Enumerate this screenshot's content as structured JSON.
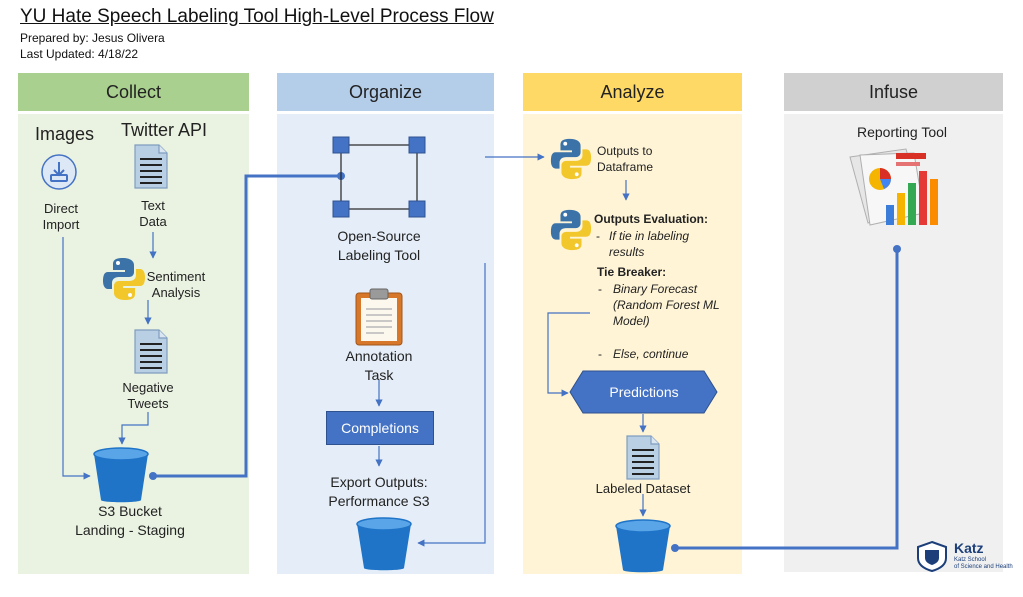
{
  "header": {
    "title": "YU Hate Speech Labeling Tool High-Level Process Flow",
    "prepared_by": "Prepared by: Jesus Olivera",
    "last_updated": "Last Updated: 4/18/22"
  },
  "columns": {
    "collect": "Collect",
    "organize": "Organize",
    "analyze": "Analyze",
    "infuse": "Infuse"
  },
  "collect": {
    "images": "Images",
    "twitter_api": "Twitter API",
    "direct_import": [
      "Direct",
      "Import"
    ],
    "text_data": [
      "Text",
      "Data"
    ],
    "sentiment": [
      "Sentiment",
      "Analysis"
    ],
    "negative_tweets": [
      "Negative",
      "Tweets"
    ],
    "s3_bucket": [
      "S3 Bucket",
      "Landing - Staging"
    ]
  },
  "organize": {
    "labeling_tool": [
      "Open-Source",
      "Labeling Tool"
    ],
    "annotation": [
      "Annotation",
      "Task"
    ],
    "completions": "Completions",
    "export": [
      "Export Outputs:",
      "Performance S3"
    ]
  },
  "analyze": {
    "outputs_df": [
      "Outputs to",
      "Dataframe"
    ],
    "evaluation_title": "Outputs Evaluation:",
    "evaluation_dash": "-",
    "evaluation_item": [
      "If tie in labeling",
      "results"
    ],
    "tie_breaker": "Tie Breaker:",
    "tb_dash": "-",
    "tb_item": [
      "Binary Forecast",
      "(Random Forest ML",
      "Model)"
    ],
    "else_dash": "-",
    "else_item": "Else, continue",
    "predictions": "Predictions",
    "labeled_dataset": "Labeled Dataset"
  },
  "infuse": {
    "reporting_tool": "Reporting Tool"
  },
  "logo": {
    "name": "Katz",
    "sub1": "Katz School",
    "sub2": "of Science and Health"
  },
  "colors": {
    "collect_header": "#a9d08e",
    "collect_bg": "#eaf3e2",
    "organize_header": "#b4cde9",
    "organize_bg": "#e5eef8",
    "analyze_header": "#ffd966",
    "analyze_bg": "#fff4d6",
    "infuse_header": "#d0d0d0",
    "infuse_bg": "#f0f0f0",
    "flow_line": "#4472c4",
    "bucket": "#1f74c8"
  },
  "icons": [
    "download-icon",
    "document-icon",
    "python-icon",
    "bucket-icon",
    "selection-frame-icon",
    "clipboard-icon",
    "report-charts-icon",
    "katz-logo-icon"
  ]
}
